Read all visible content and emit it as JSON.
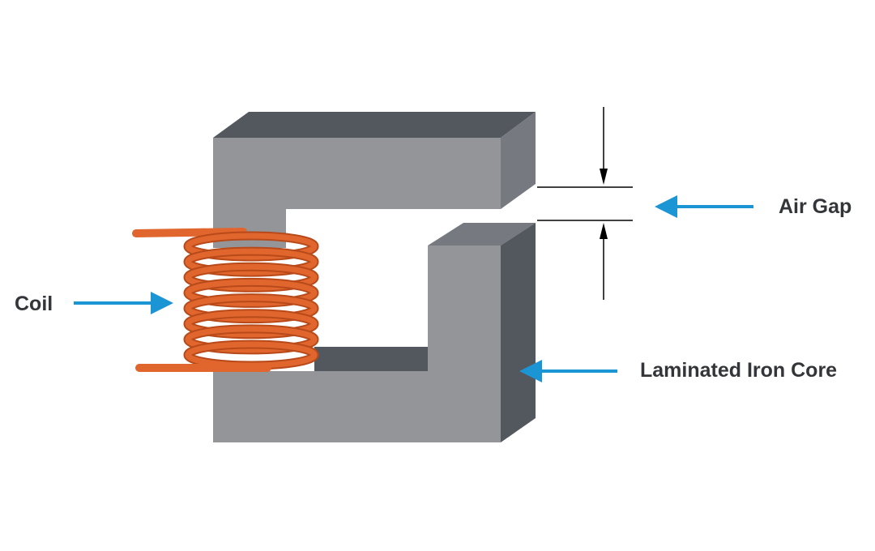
{
  "labels": {
    "air_gap": "Air Gap",
    "coil": "Coil",
    "core": "Laminated Iron Core"
  },
  "colors": {
    "core_front": "#939598",
    "core_top": "#53575e",
    "core_side": "#76797f",
    "core_dark": "#53575e",
    "coil": "#e0662e",
    "coil_shadow": "#b84a1a",
    "arrow": "#1b95d3",
    "text": "#333539",
    "dimension": "#000000"
  },
  "coil_turns": 8
}
